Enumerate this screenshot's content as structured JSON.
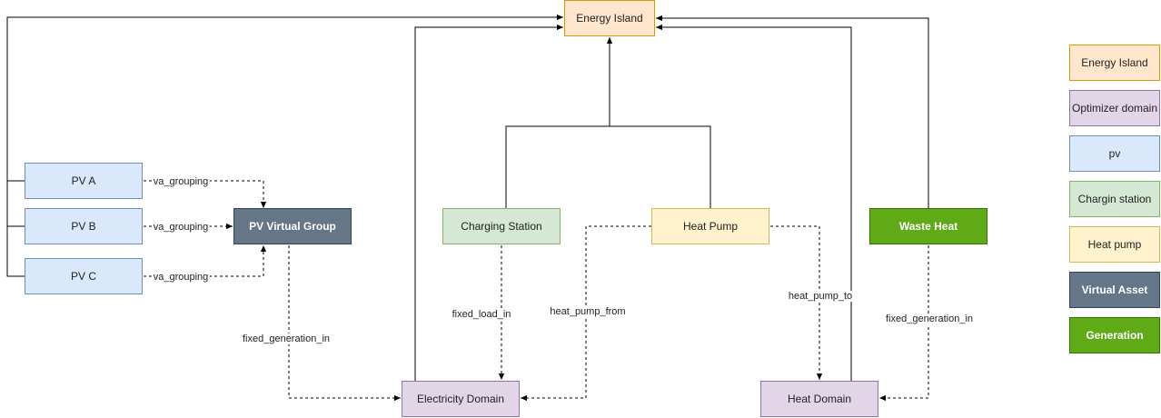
{
  "nodes": {
    "energy_island": "Energy Island",
    "pv_a": "PV A",
    "pv_b": "PV B",
    "pv_c": "PV C",
    "pv_virtual_group": "PV Virtual Group",
    "charging_station": "Charging Station",
    "heat_pump": "Heat Pump",
    "waste_heat": "Waste Heat",
    "electricity_domain": "Electricity Domain",
    "heat_domain": "Heat Domain"
  },
  "edge_labels": {
    "va_grouping_a": "va_grouping",
    "va_grouping_b": "va_grouping",
    "va_grouping_c": "va_grouping",
    "fixed_generation_in_pv": "fixed_generation_in",
    "fixed_load_in": "fixed_load_in",
    "heat_pump_from": "heat_pump_from",
    "heat_pump_to": "heat_pump_to",
    "fixed_generation_in_waste": "fixed_generation_in"
  },
  "legend": {
    "energy_island": "Energy Island",
    "optimizer_domain": "Optimizer domain",
    "pv": "pv",
    "charging_station": "Chargin station",
    "heat_pump": "Heat pump",
    "virtual_asset": "Virtual Asset",
    "generation": "Generation"
  },
  "colors": {
    "energy_island": "#ffe6cc",
    "optimizer_domain": "#e1d5e7",
    "pv": "#dae8fc",
    "charging_station": "#d5e8d4",
    "heat_pump": "#fff2cc",
    "virtual_asset": "#647687",
    "generation": "#60a917"
  }
}
